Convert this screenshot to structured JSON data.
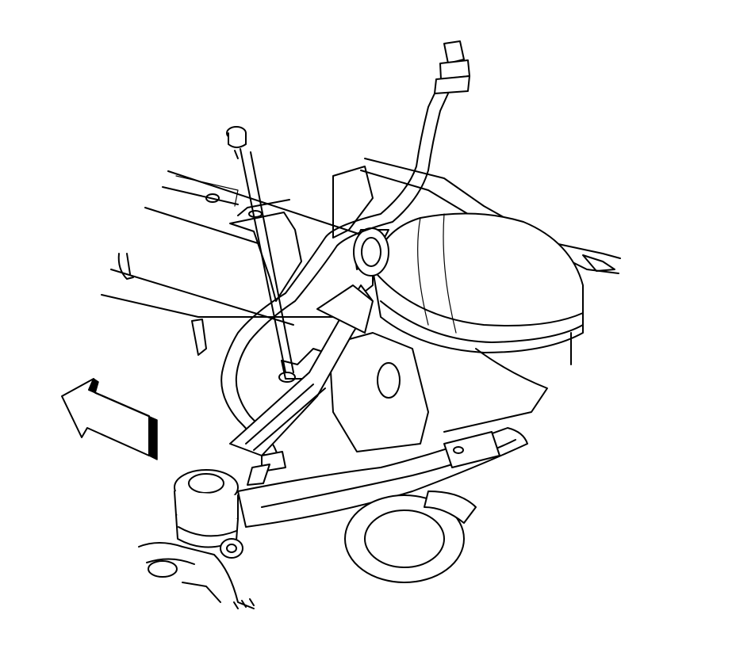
{
  "diagram": {
    "components": [
      "frame-rail",
      "brake-hose",
      "hose-bracket",
      "bracket-bolt",
      "coil-spring",
      "shock-absorber",
      "upper-control-arm",
      "lower-control-arm",
      "steering-knuckle",
      "direction-arrow"
    ],
    "arrow_direction": "front-left",
    "colors": {
      "line": "#000000",
      "background": "#ffffff",
      "arrow_fill": "#000000"
    }
  }
}
